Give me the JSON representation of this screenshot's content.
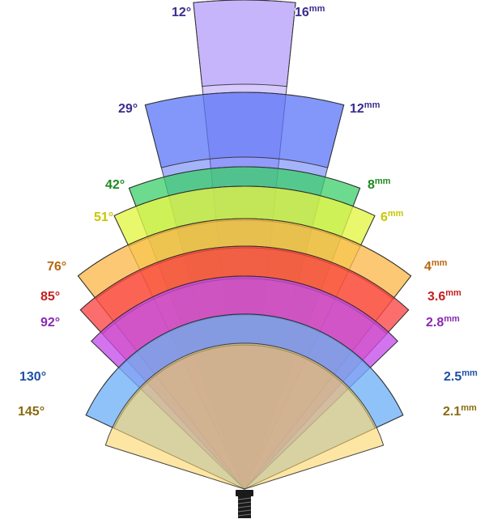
{
  "lenses": [
    {
      "angle": "12°",
      "focal": "16",
      "unit": "mm",
      "fill": "#b59dfa",
      "text_color": "#3a2c8c"
    },
    {
      "angle": "29°",
      "focal": "12",
      "unit": "mm",
      "fill": "#5b74f7",
      "text_color": "#3a2c8c"
    },
    {
      "angle": "42°",
      "focal": "8",
      "unit": "mm",
      "fill": "#3ccf6a",
      "text_color": "#1f8a1f"
    },
    {
      "angle": "51°",
      "focal": "6",
      "unit": "mm",
      "fill": "#e2f53c",
      "text_color": "#c9c600"
    },
    {
      "angle": "76°",
      "focal": "4",
      "unit": "mm",
      "fill": "#fbb645",
      "text_color": "#b8660e"
    },
    {
      "angle": "85°",
      "focal": "3.6",
      "unit": "mm",
      "fill": "#fb3e3e",
      "text_color": "#c42020"
    },
    {
      "angle": "92°",
      "focal": "2.8",
      "unit": "mm",
      "fill": "#c447e8",
      "text_color": "#8a2ab0"
    },
    {
      "angle": "130°",
      "focal": "2.5",
      "unit": "mm",
      "fill": "#6aaef7",
      "text_color": "#1e4fa6"
    },
    {
      "angle": "145°",
      "focal": "2.1",
      "unit": "mm",
      "fill": "#fbd25a",
      "text_color": "#8a6a10"
    }
  ],
  "colors": {
    "outline": "#2a2a2a",
    "lens_body": "#1a1a1a"
  }
}
